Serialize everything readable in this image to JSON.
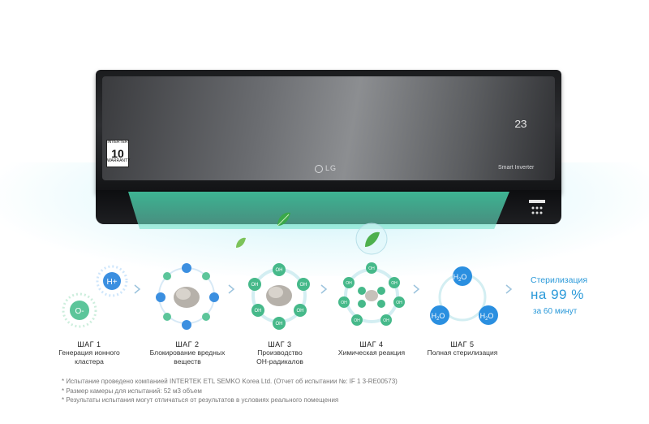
{
  "product": {
    "brand": "LG",
    "model_label": "Smart Inverter",
    "display": "23",
    "energy_badge": {
      "top": "INVERTER",
      "number": "10",
      "bottom": "WARRANTY"
    }
  },
  "steps": [
    {
      "title": "ШАГ 1",
      "desc": [
        "Генерация ионного",
        "кластера"
      ]
    },
    {
      "title": "ШАГ 2",
      "desc": [
        "Блокирование вредных",
        "веществ"
      ]
    },
    {
      "title": "ШАГ 3",
      "desc": [
        "Производство",
        "ОН-радикалов"
      ]
    },
    {
      "title": "ШАГ 4",
      "desc": [
        "Химическая реакция"
      ]
    },
    {
      "title": "ШАГ 5",
      "desc": [
        "Полная стерилизация"
      ]
    }
  ],
  "result": {
    "line1": "Стерилизация",
    "line2": "на 99 %",
    "line3": "за 60 минут"
  },
  "molecules": {
    "h_plus": "H+",
    "o_minus": "O-",
    "oh": "OH",
    "h2o_h": "H",
    "h2o_2": "2",
    "h2o_o": "O"
  },
  "footnotes": [
    "* Испытание проведено компанией INTERTEK ETL SEMKO Korea Ltd. (Отчет об испытании №: IF 1 3-RE00573)",
    "* Размер камеры для испытаний: 52 м3 объем",
    "* Результаты испытания могут отличаться от результатов в условиях реального помещения"
  ],
  "colors": {
    "accent": "#2a99d9",
    "green_ion": "#5cc59a",
    "blue_ion": "#3b8fe0",
    "oh_green": "#46b98a"
  }
}
